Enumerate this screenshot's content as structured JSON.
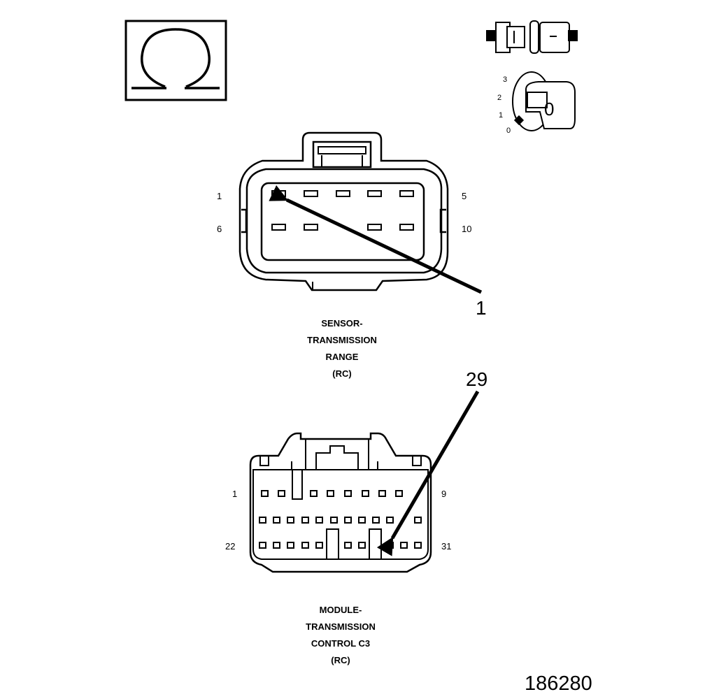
{
  "figure_number": "186280",
  "icons": {
    "ohm": "ohm-meter-symbol",
    "disconnect": "connector-disconnected-icon",
    "ignition": "ignition-key-off-icon"
  },
  "ignition": {
    "positions": [
      "3",
      "2",
      "1",
      "0"
    ],
    "key_label": "0"
  },
  "sensor_connector": {
    "pin_labels": {
      "top_left": "1",
      "top_right": "5",
      "bottom_left": "6",
      "bottom_right": "10"
    },
    "callout": "1",
    "caption": [
      "SENSOR-",
      "TRANSMISSION",
      "RANGE",
      "(RC)"
    ]
  },
  "module_connector": {
    "pin_labels": {
      "top_left": "1",
      "top_right": "9",
      "bottom_left": "22",
      "bottom_right": "31"
    },
    "callout": "29",
    "caption": [
      "MODULE-",
      "TRANSMISSION",
      "CONTROL C3",
      "(RC)"
    ]
  }
}
